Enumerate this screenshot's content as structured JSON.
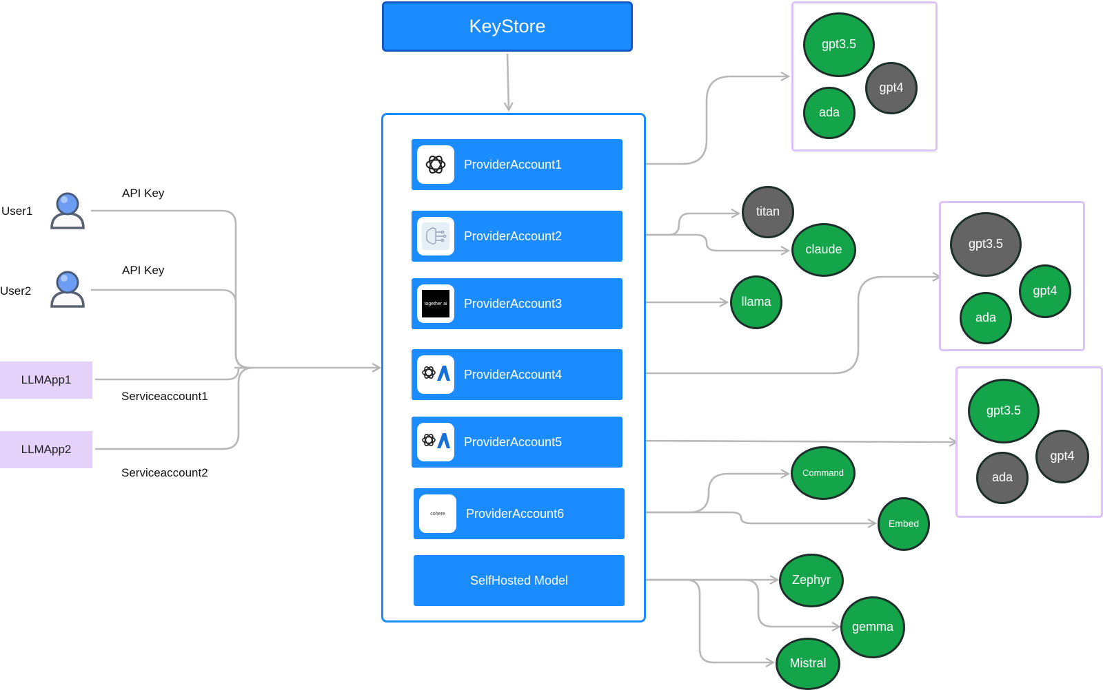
{
  "keystore": {
    "label": "KeyStore"
  },
  "clients": {
    "users": [
      {
        "name": "User1",
        "edge_label": "API Key"
      },
      {
        "name": "User2",
        "edge_label": "API Key"
      }
    ],
    "apps": [
      {
        "name": "LLMApp1",
        "edge_label": "Serviceaccount1"
      },
      {
        "name": "LLMApp2",
        "edge_label": "Serviceaccount2"
      }
    ]
  },
  "accounts": [
    {
      "label": "ProviderAccount1",
      "logo": "openai-logo-icon"
    },
    {
      "label": "ProviderAccount2",
      "logo": "brain-circuit-icon"
    },
    {
      "label": "ProviderAccount3",
      "logo": "together-ai-logo-icon",
      "logo_text": "together ai"
    },
    {
      "label": "ProviderAccount4",
      "logo": "azure-openai-logo-icon"
    },
    {
      "label": "ProviderAccount5",
      "logo": "azure-openai-logo-icon"
    },
    {
      "label": "ProviderAccount6",
      "logo": "cohere-logo-icon",
      "logo_text": "cohere"
    },
    {
      "label": "SelfHosted Model"
    }
  ],
  "models": {
    "group1": [
      "gpt3.5",
      "gpt4",
      "ada"
    ],
    "account2": [
      "titan",
      "claude"
    ],
    "account3": [
      "llama"
    ],
    "group2": [
      "gpt3.5",
      "gpt4",
      "ada"
    ],
    "group3": [
      "gpt3.5",
      "gpt4",
      "ada"
    ],
    "account6": [
      "Command",
      "Embed"
    ],
    "selfhosted": [
      "Zephyr",
      "gemma",
      "Mistral"
    ]
  },
  "colors": {
    "primary_blue": "#1a8cff",
    "keystore_border": "#0e59c7",
    "model_green": "#14a54b",
    "model_grey": "#646464",
    "group_border": "#dcc3f7",
    "app_fill": "#e5d2fb",
    "wire": "#b8b8b8"
  }
}
